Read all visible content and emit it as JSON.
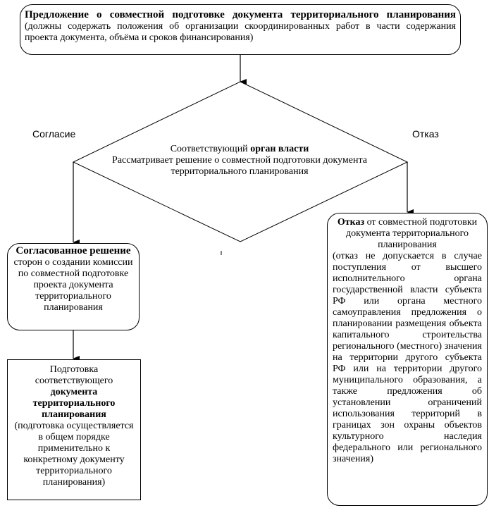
{
  "top_box": {
    "title": "Предложение о совместной подготовке документа территориального планирования",
    "detail": "(должны содержать положения об организации скоординированных работ в части содержания проекта документа, объёма и сроков финансирования)"
  },
  "decision": {
    "line1_normal": "Соответствующий ",
    "line1_bold": "орган власти",
    "line2": "Рассматривает решение о совместной подготовки документа территориального планирования"
  },
  "labels": {
    "agree": "Согласие",
    "refuse": "Отказ"
  },
  "left_box": {
    "bold": "Согласованное решение",
    "text": "сторон о создании комиссии по совместной подготовке проекта документа территориального планирования"
  },
  "bottom_box": {
    "text_before": "Подготовка соответствующего",
    "bold": "документа территориального планирования",
    "text_after": "(подготовка осуществляется в общем порядке применительно к конкретному документу территориального планирования)"
  },
  "right_box": {
    "bold": "Отказ",
    "text": " от совместной подготовки документа территориального планирования",
    "detail": "(отказ не допускается в случае поступления от высшего исполнительного органа государственной власти субъекта РФ или органа местного самоуправления предложения о планировании размещения объекта капитального строительства регионального (местного) значения на территории другого субъекта РФ или на территории другого муниципального образования, а также предложения об установлении ограничений использования территорий в границах зон охраны объектов культурного наследия федерального или регионального значения)"
  }
}
